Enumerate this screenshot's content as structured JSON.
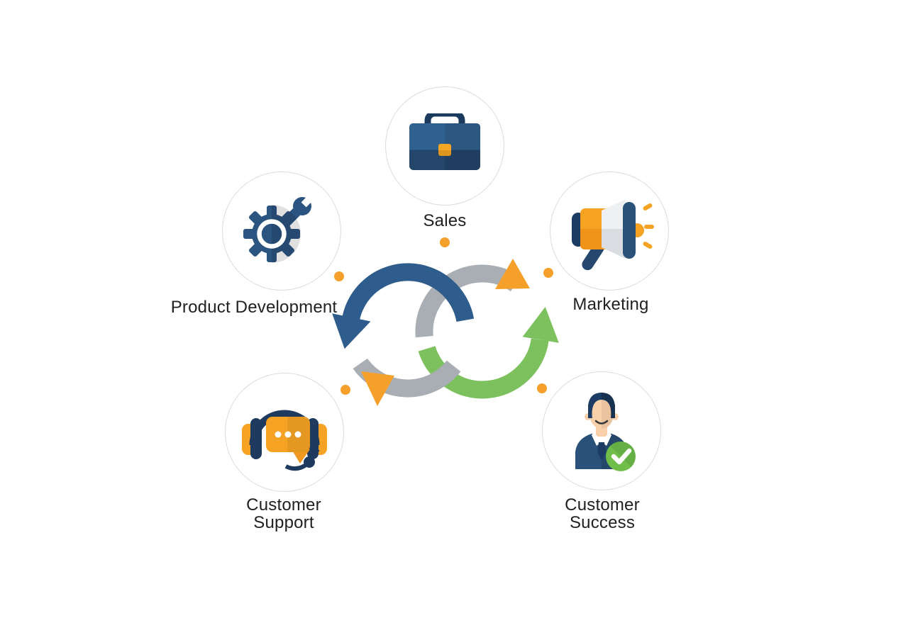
{
  "diagram": {
    "type": "cycle-diagram",
    "center_icon": "sync-arrows-icon",
    "nodes": [
      {
        "id": "sales",
        "label": "Sales",
        "icon": "briefcase-icon"
      },
      {
        "id": "marketing",
        "label": "Marketing",
        "icon": "megaphone-icon"
      },
      {
        "id": "customer-success",
        "label": "Customer\nSuccess",
        "icon": "person-check-icon"
      },
      {
        "id": "customer-support",
        "label": "Customer\nSupport",
        "icon": "headset-icon"
      },
      {
        "id": "product-development",
        "label": "Product Development",
        "icon": "gear-wrench-icon"
      }
    ],
    "palette": {
      "navy": "#1d3c63",
      "blue_arrow": "#2e5c8c",
      "steel_blue": "#2a5179",
      "gray_arrow": "#a9aeb4",
      "green_arrow": "#7cc15d",
      "orange": "#f5a02a",
      "orange_deep": "#ef9418",
      "circle_border": "#dcdcdc",
      "label_text": "#212121",
      "skin": "#f8d0a9",
      "cone_white": "#eceef0",
      "badge_green": "#6fbe4a"
    }
  }
}
